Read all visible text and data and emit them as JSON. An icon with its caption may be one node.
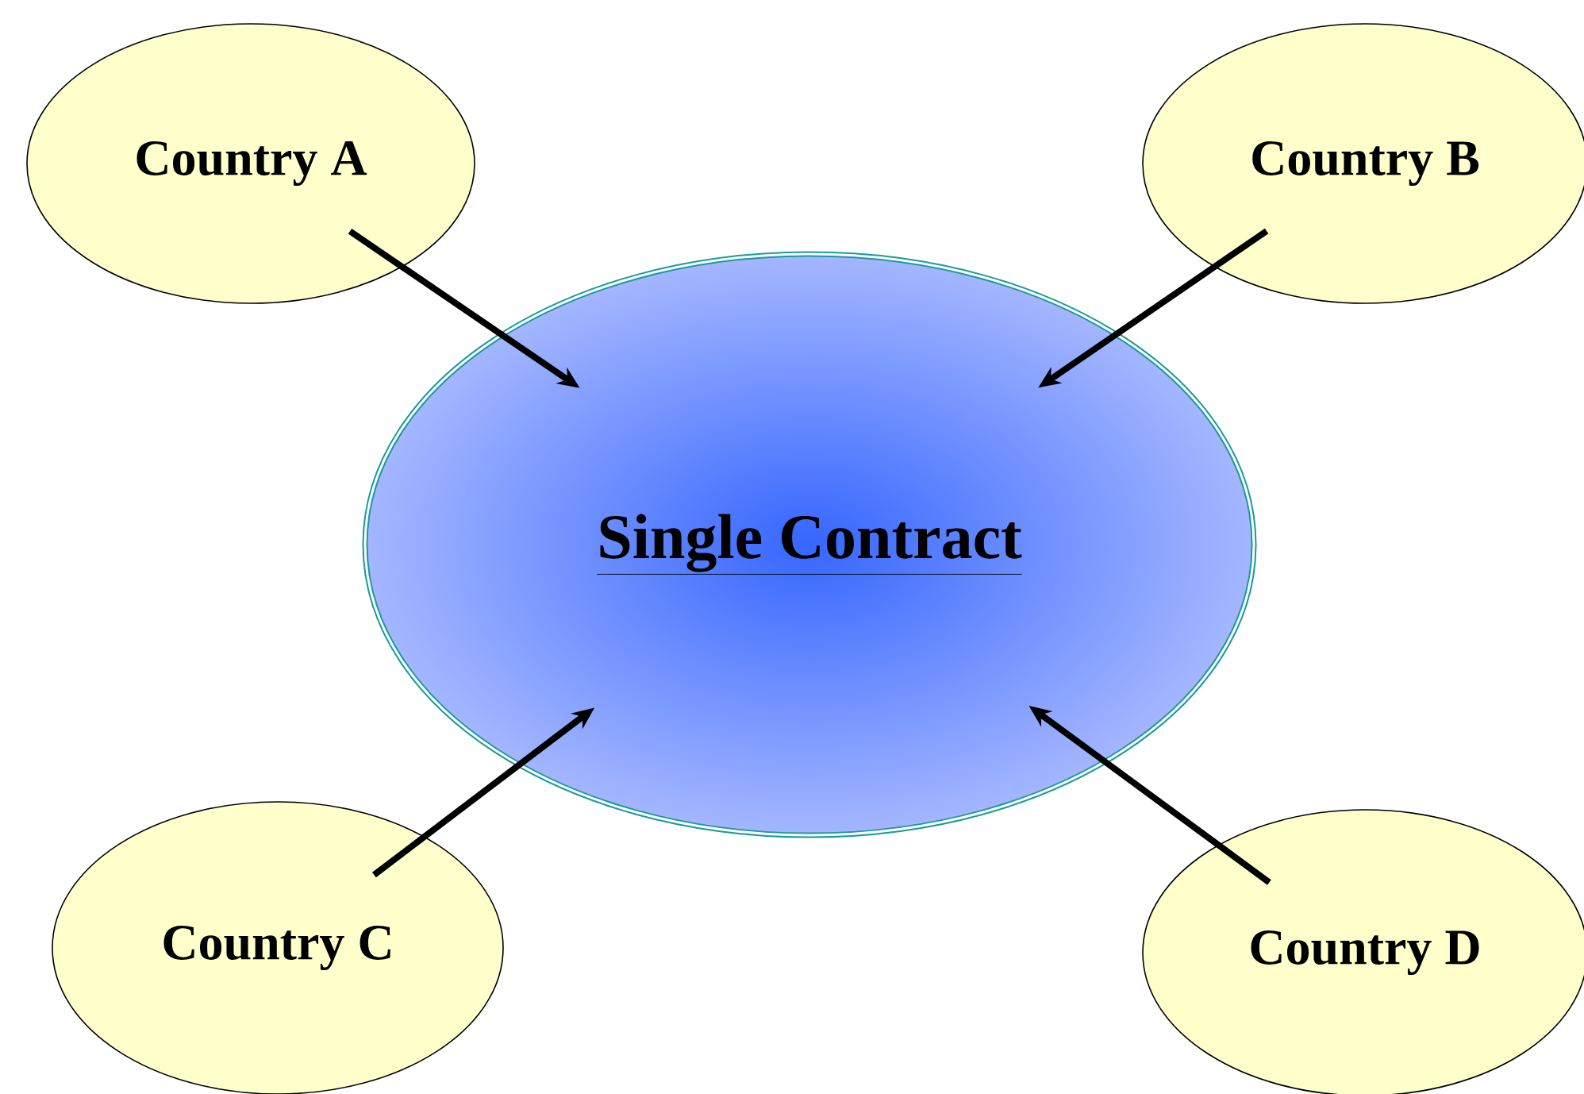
{
  "diagram": {
    "nodes": [
      {
        "text": [
          "Single Contract"
        ]
      },
      {
        "text": [
          "Country A"
        ]
      },
      {
        "text": [
          "Country B"
        ]
      },
      {
        "text": [
          "Country C"
        ]
      },
      {
        "text": [
          "Country D"
        ]
      }
    ],
    "edges": [
      {
        "from": 1,
        "to": 0,
        "arrow": "to"
      },
      {
        "from": 2,
        "to": 0,
        "arrow": "to"
      },
      {
        "from": 3,
        "to": 0,
        "arrow": "to"
      },
      {
        "from": 4,
        "to": 0,
        "arrow": "to"
      }
    ]
  }
}
